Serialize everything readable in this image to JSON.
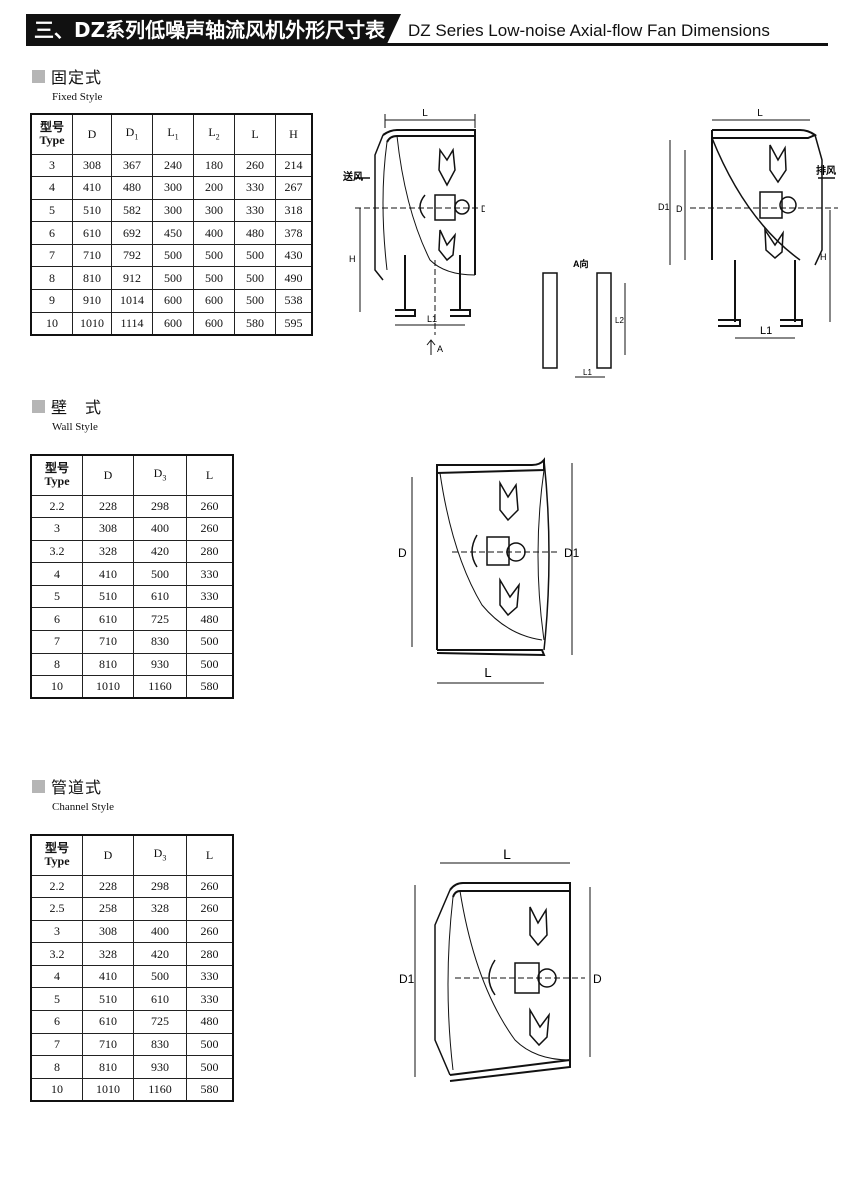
{
  "header": {
    "title_zh": "三、DZ系列低噪声轴流风机外形尺寸表",
    "title_en": "DZ Series Low-noise Axial-flow Fan Dimensions"
  },
  "fixed": {
    "title_zh": "固定式",
    "title_en": "Fixed Style",
    "columns": [
      "型号",
      "Type",
      "D",
      "D1",
      "L1",
      "L2",
      "L",
      "H"
    ],
    "rows": [
      [
        "3",
        "308",
        "367",
        "240",
        "180",
        "260",
        "214"
      ],
      [
        "4",
        "410",
        "480",
        "300",
        "200",
        "330",
        "267"
      ],
      [
        "5",
        "510",
        "582",
        "300",
        "300",
        "330",
        "318"
      ],
      [
        "6",
        "610",
        "692",
        "450",
        "400",
        "480",
        "378"
      ],
      [
        "7",
        "710",
        "792",
        "500",
        "500",
        "500",
        "430"
      ],
      [
        "8",
        "810",
        "912",
        "500",
        "500",
        "500",
        "490"
      ],
      [
        "9",
        "910",
        "1014",
        "600",
        "600",
        "500",
        "538"
      ],
      [
        "10",
        "1010",
        "1114",
        "600",
        "600",
        "580",
        "595"
      ]
    ],
    "drawing_labels": {
      "inlet": "送风",
      "outlet": "排风",
      "view_a": "A向",
      "a": "A",
      "L": "L",
      "L1": "L1",
      "L2": "L2",
      "D": "D",
      "D1": "D1",
      "H": "H"
    }
  },
  "wall": {
    "title_zh": "壁　式",
    "title_en": "Wall Style",
    "columns": [
      "型号",
      "Type",
      "D",
      "D3",
      "L"
    ],
    "rows": [
      [
        "2.2",
        "228",
        "298",
        "260"
      ],
      [
        "3",
        "308",
        "400",
        "260"
      ],
      [
        "3.2",
        "328",
        "420",
        "280"
      ],
      [
        "4",
        "410",
        "500",
        "330"
      ],
      [
        "5",
        "510",
        "610",
        "330"
      ],
      [
        "6",
        "610",
        "725",
        "480"
      ],
      [
        "7",
        "710",
        "830",
        "500"
      ],
      [
        "8",
        "810",
        "930",
        "500"
      ],
      [
        "10",
        "1010",
        "1160",
        "580"
      ]
    ],
    "drawing_labels": {
      "D": "D",
      "D1": "D1",
      "L": "L"
    }
  },
  "channel": {
    "title_zh": "管道式",
    "title_en": "Channel Style",
    "columns": [
      "型号",
      "Type",
      "D",
      "D3",
      "L"
    ],
    "rows": [
      [
        "2.2",
        "228",
        "298",
        "260"
      ],
      [
        "2.5",
        "258",
        "328",
        "260"
      ],
      [
        "3",
        "308",
        "400",
        "260"
      ],
      [
        "3.2",
        "328",
        "420",
        "280"
      ],
      [
        "4",
        "410",
        "500",
        "330"
      ],
      [
        "5",
        "510",
        "610",
        "330"
      ],
      [
        "6",
        "610",
        "725",
        "480"
      ],
      [
        "7",
        "710",
        "830",
        "500"
      ],
      [
        "8",
        "810",
        "930",
        "500"
      ],
      [
        "10",
        "1010",
        "1160",
        "580"
      ]
    ],
    "drawing_labels": {
      "D": "D",
      "D1": "D1",
      "L": "L"
    }
  }
}
